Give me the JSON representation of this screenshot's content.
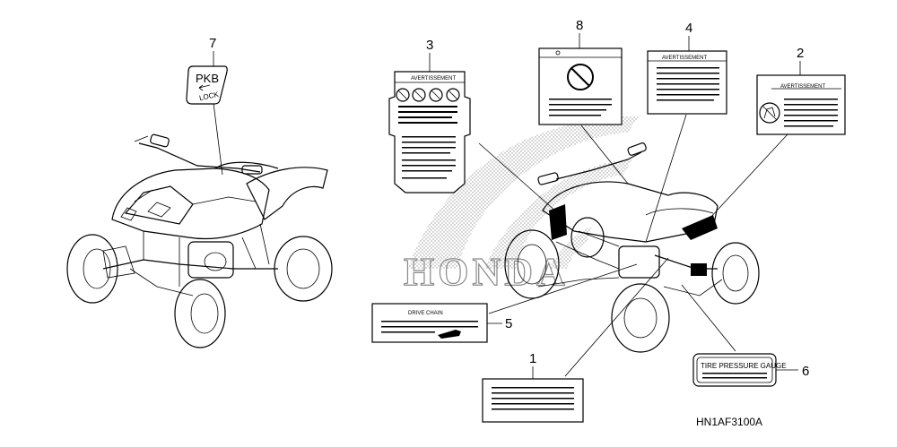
{
  "diagram_code": "HN1AF3100A",
  "watermark_text": "HONDA",
  "callouts": [
    {
      "number": "1"
    },
    {
      "number": "2"
    },
    {
      "number": "3"
    },
    {
      "number": "4"
    },
    {
      "number": "5"
    },
    {
      "number": "6"
    },
    {
      "number": "7"
    },
    {
      "number": "8"
    }
  ],
  "labels": {
    "parking_brake_line1": "PKB",
    "parking_brake_line2": "LOCK",
    "warning_header_4": "AVERTISSEMENT",
    "warning_header_3": "AVERTISSEMENT",
    "warning_header_2": "AVERTISSEMENT",
    "drive_chain": "DRIVE CHAIN",
    "tire_pressure": "TIRE PRESSURE GAUGE"
  }
}
